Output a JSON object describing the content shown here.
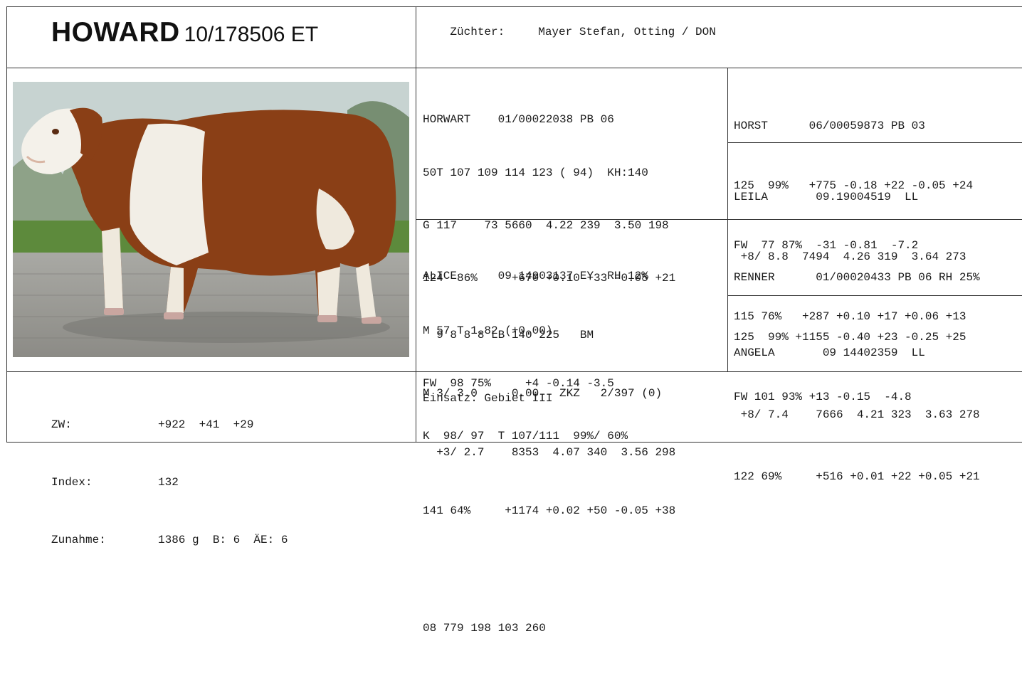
{
  "header": {
    "name": "HOWARD",
    "id": "10/178506 ET",
    "breeder_label": "Züchter:",
    "breeder_value": "Mayer Stefan, Otting / DON"
  },
  "sire": {
    "lines": [
      "HORWART    01/00022038 PB 06",
      "50T 107 109 114 123 ( 94)  KH:140",
      "G 117    73 5660  4.22 239  3.50 198",
      "124  86%     +670 +0.10 +33 -0.05 +21",
      "M 57 T 1.82 (+0.00)",
      "FW  98 75%     +4 -0.14 -3.5",
      "K  98/ 97  T 107/111  99%/ 60%"
    ]
  },
  "dam": {
    "lines": [
      "ALICE      09 14903137 EY  RH 12%",
      "  9 8 8 8 LB 140 225   BM",
      "M 3/ 3.0     0.00   ZKZ   2/397 (0)",
      "  +3/ 2.7    8353  4.07 340  3.56 298",
      "141 64%     +1174 +0.02 +50 -0.05 +38",
      "",
      "08 779 198 103 260"
    ]
  },
  "sire_sire": {
    "lines": [
      "HORST      06/00059873 PB 03",
      "125  99%   +775 -0.18 +22 -0.05 +24",
      "FW  77 87%  -31 -0.81  -7.2"
    ]
  },
  "sire_dam": {
    "lines": [
      "LEILA       09.19004519  LL",
      " +8/ 8.8  7494  4.26 319  3.64 273",
      "115 76%   +287 +0.10 +17 +0.06 +13"
    ]
  },
  "dam_sire": {
    "lines": [
      "RENNER      01/00020433 PB 06 RH 25%",
      "125  99% +1155 -0.40 +23 -0.25 +25",
      "FW 101 93% +13 -0.15  -4.8"
    ]
  },
  "dam_dam": {
    "lines": [
      "ANGELA       09 14402359  LL",
      " +8/ 7.4    7666  4.21 323  3.63 278",
      "122 69%     +516 +0.01 +22 +0.05 +21"
    ]
  },
  "footer": {
    "zw_label": "ZW:",
    "zw_value": "+922  +41  +29",
    "index_label": "Index:",
    "index_value": "132",
    "zunahme_label": "Zunahme:",
    "zunahme_value": "1386 g  B: 6  ÄE: 6",
    "einsatz": "Einsatz: Gebiet III"
  }
}
